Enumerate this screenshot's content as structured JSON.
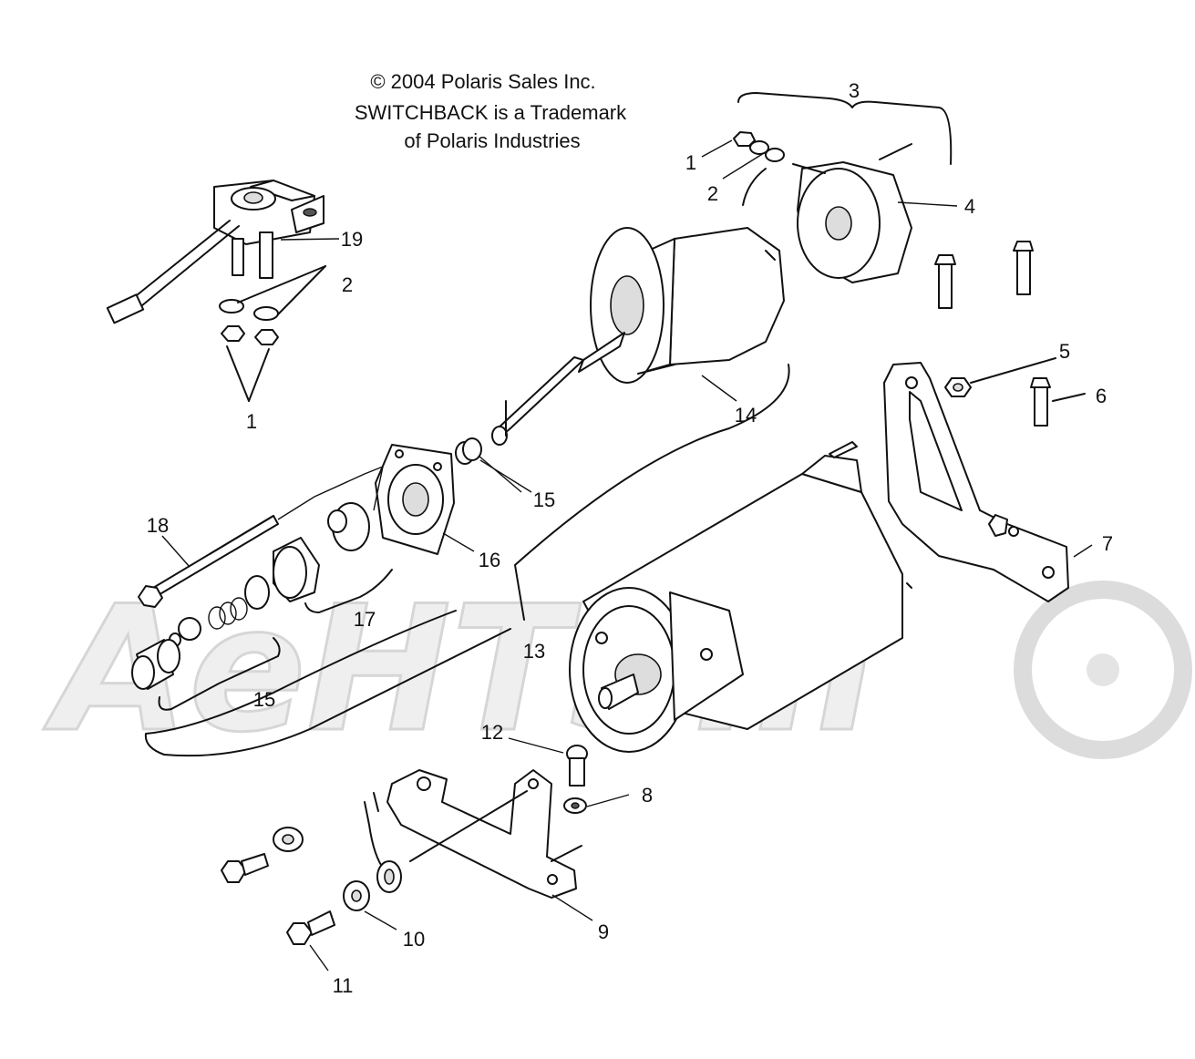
{
  "copyright": [
    "© 2004 Polaris Sales Inc.",
    "SWITCHBACK is a Trademark",
    "of Polaris Industries"
  ],
  "watermark": "AeHTSm",
  "callouts": {
    "c1a": "1",
    "c1b": "1",
    "c2a": "2",
    "c2b": "2",
    "c3": "3",
    "c4": "4",
    "c5": "5",
    "c6": "6",
    "c7": "7",
    "c8": "8",
    "c9": "9",
    "c10": "10",
    "c11": "11",
    "c12": "12",
    "c13": "13",
    "c14": "14",
    "c15a": "15",
    "c15b": "15",
    "c16": "16",
    "c17": "17",
    "c18": "18",
    "c19": "19"
  }
}
